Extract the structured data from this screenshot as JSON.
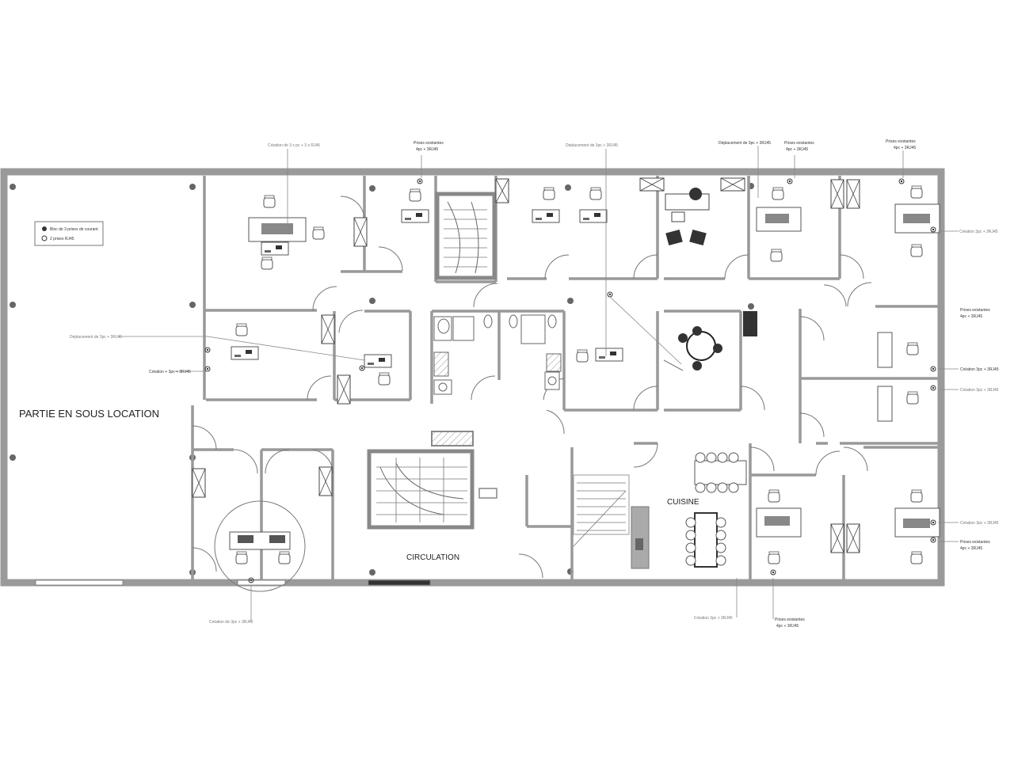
{
  "plan": {
    "room_labels": {
      "sublet": "PARTIE EN SOUS LOCATION",
      "circulation": "CIRCULATION",
      "kitchen": "CUISINE"
    },
    "legend": [
      {
        "symbol": "filled-circle",
        "text": "Bloc de 3 prises de courant"
      },
      {
        "symbol": "open-circle",
        "text": "2 prises RJ45"
      }
    ],
    "annotations": {
      "top_1": "Création de 3 x pc + 3 x RJ45",
      "top_2a": "Prises existantes",
      "top_2b": "4pc + 3RJ45",
      "top_3": "Déplacement de 3pc + 3RJ45",
      "top_4": "Déplacement de 3pc + 3RJ45",
      "top_5a": "Prises existantes",
      "top_5b": "4pc + 3RJ45",
      "top_6a": "Prises existantes",
      "top_6b": "4pc + 3RJ45",
      "right_1": "Création 3pc + 3RJ45",
      "right_2a": "Prises existantes",
      "right_2b": "4pc + 3RJ45",
      "right_3": "Création 3pc + 3RJ45",
      "right_4": "Création 3pc + 3RJ45",
      "right_5": "Création 3pc + 3RJ45",
      "right_6a": "Prises existantes",
      "right_6b": "4pc + 3RJ45",
      "left_1": "Déplacement de 3pc + 3RJ45",
      "left_2": "Création + 3pc + 3RJ45",
      "bottom_1": "Création de 3pc + 3RJ45",
      "bottom_2": "Création 3pc + 3RJ45",
      "bottom_3a": "Prises existantes",
      "bottom_3b": "4pc + 3RJ45"
    }
  }
}
